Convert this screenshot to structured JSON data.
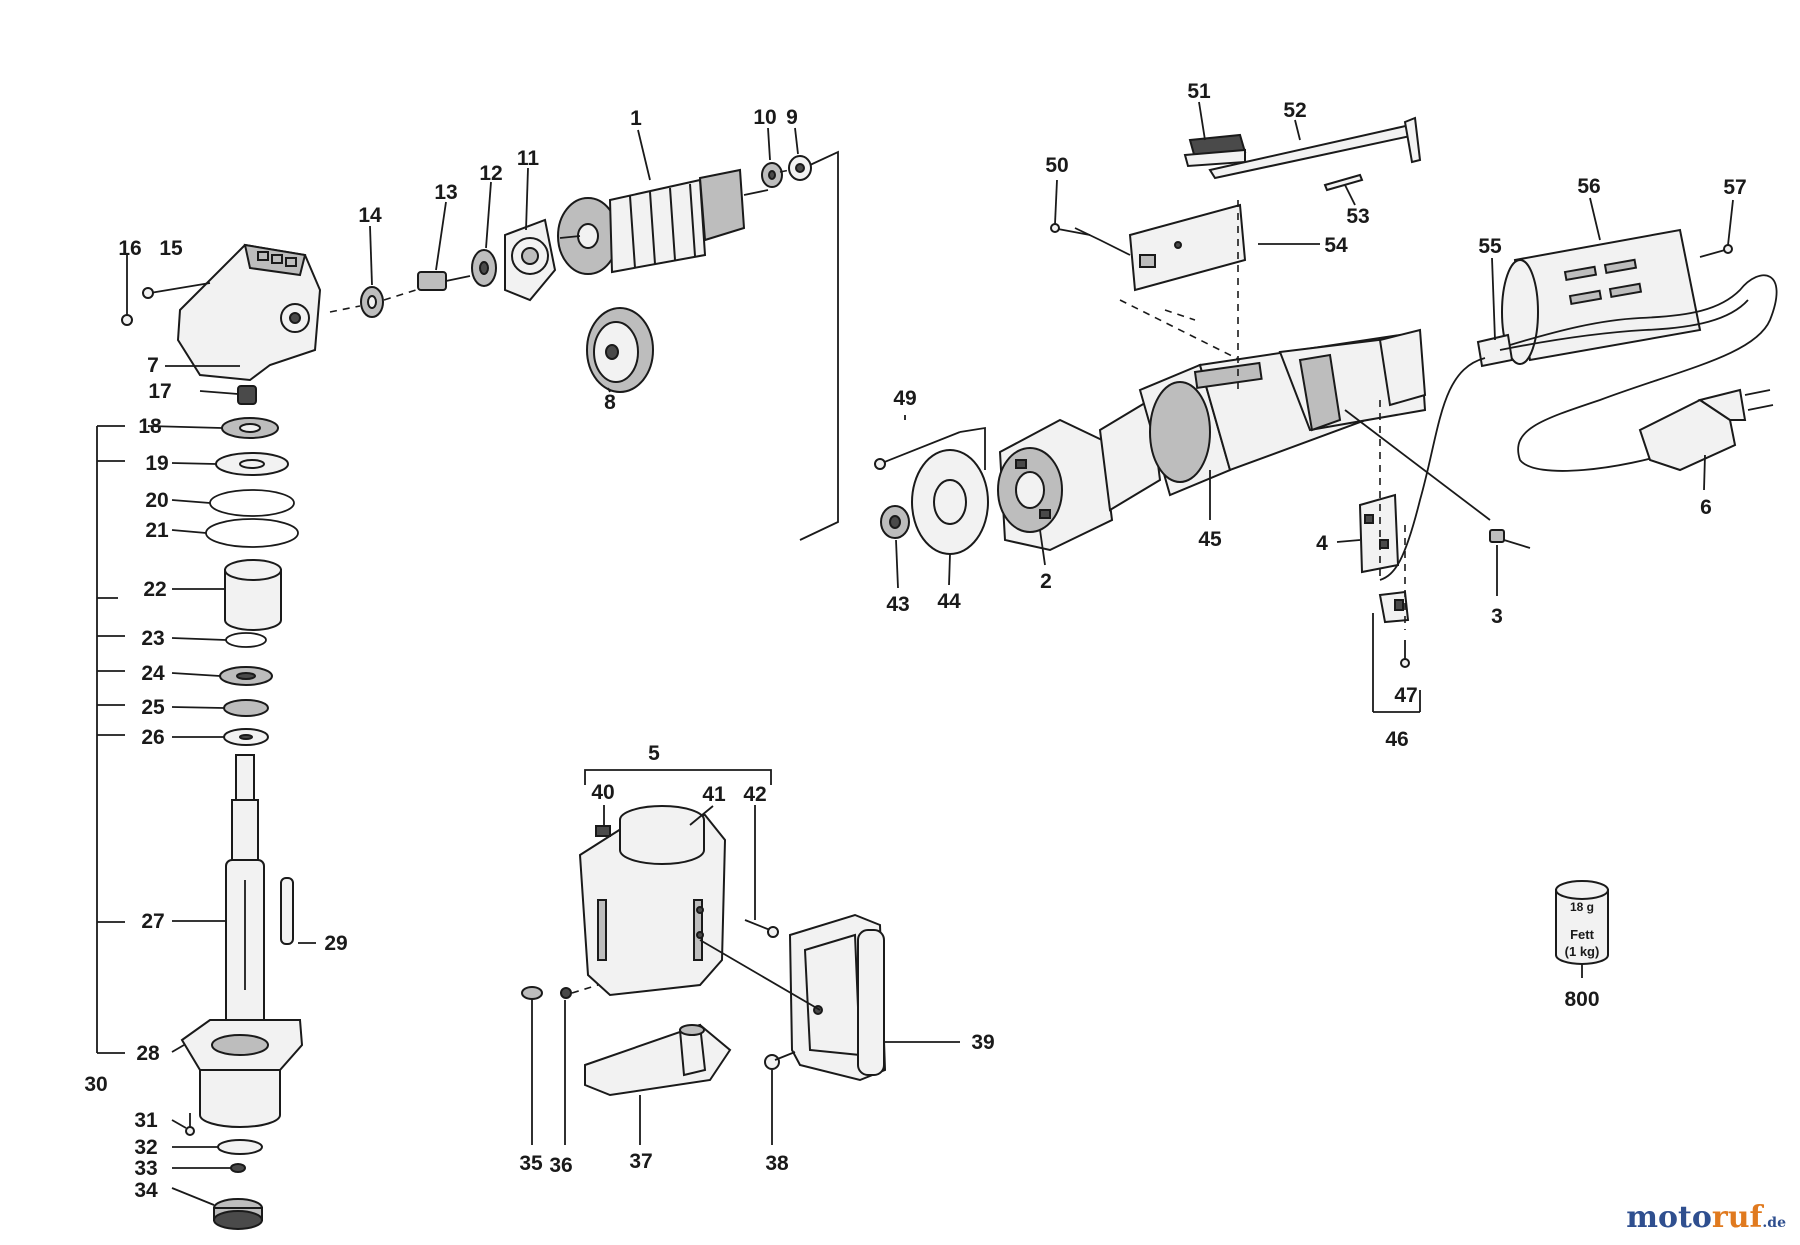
{
  "labels": {
    "p1": "1",
    "p2": "2",
    "p3": "3",
    "p4": "4",
    "p5": "5",
    "p6": "6",
    "p7": "7",
    "p8": "8",
    "p9": "9",
    "p10": "10",
    "p11": "11",
    "p12": "12",
    "p13": "13",
    "p14": "14",
    "p15": "15",
    "p16": "16",
    "p17": "17",
    "p18": "18",
    "p19": "19",
    "p20": "20",
    "p21": "21",
    "p22": "22",
    "p23": "23",
    "p24": "24",
    "p25": "25",
    "p26": "26",
    "p27": "27",
    "p28": "28",
    "p29": "29",
    "p30": "30",
    "p31": "31",
    "p32": "32",
    "p33": "33",
    "p34": "34",
    "p35": "35",
    "p36": "36",
    "p37": "37",
    "p38": "38",
    "p39": "39",
    "p40": "40",
    "p41": "41",
    "p42": "42",
    "p43": "43",
    "p44": "44",
    "p45": "45",
    "p46": "46",
    "p47": "47",
    "p49": "49",
    "p50": "50",
    "p51": "51",
    "p52": "52",
    "p53": "53",
    "p54": "54",
    "p55": "55",
    "p56": "56",
    "p57": "57",
    "p800": "800"
  },
  "grease_can": {
    "weight": "18 g",
    "name": "Fett",
    "amount": "(1 kg)"
  },
  "watermark": {
    "brand_a": "moto",
    "brand_b": "ruf",
    "suffix": ".de"
  }
}
